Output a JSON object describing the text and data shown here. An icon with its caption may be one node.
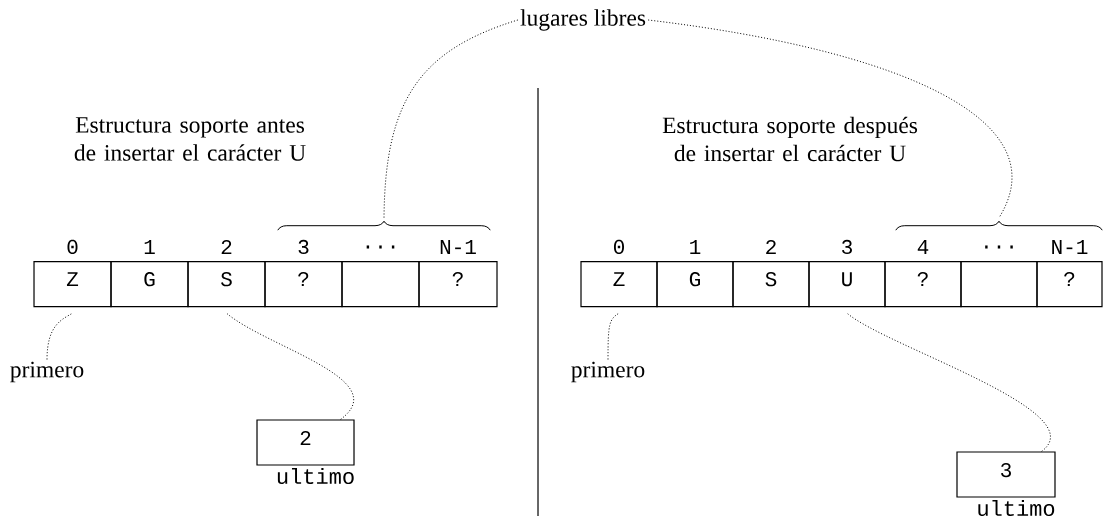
{
  "diagram": {
    "nodes": [
      {
        "text": [
          "lugares libres"
        ]
      },
      {
        "text": [],
        "shape": "brace"
      },
      {
        "text": [
          "Z"
        ],
        "beside": [
          "0"
        ]
      },
      {
        "text": [
          "G"
        ],
        "beside": [
          "1"
        ]
      },
      {
        "text": [
          "S"
        ],
        "beside": [
          "2"
        ]
      },
      {
        "text": [
          "?"
        ],
        "beside": [
          "3"
        ]
      },
      {
        "text": [],
        "shape": "box",
        "beside": [
          "..."
        ]
      },
      {
        "text": [
          "?"
        ],
        "beside": [
          "N-1"
        ]
      },
      {
        "text": [
          "primero"
        ]
      },
      {
        "text": [
          "2"
        ],
        "beside": [
          "ultimo"
        ]
      },
      {
        "text": [],
        "shape": "brace"
      },
      {
        "text": [
          "Z"
        ],
        "beside": [
          "0"
        ]
      },
      {
        "text": [
          "G"
        ],
        "beside": [
          "1"
        ]
      },
      {
        "text": [
          "S"
        ],
        "beside": [
          "2"
        ]
      },
      {
        "text": [
          "U"
        ],
        "beside": [
          "3"
        ]
      },
      {
        "text": [
          "?"
        ],
        "beside": [
          "4"
        ]
      },
      {
        "text": [],
        "shape": "box",
        "beside": [
          "..."
        ]
      },
      {
        "text": [
          "?"
        ],
        "beside": [
          "N-1"
        ]
      },
      {
        "text": [
          "primero"
        ]
      },
      {
        "text": [
          "3"
        ],
        "beside": [
          "ultimo"
        ]
      }
    ],
    "edges": [
      {
        "from": 0,
        "to": 1,
        "arrow": "none"
      },
      {
        "from": 0,
        "to": 10,
        "arrow": "none"
      },
      {
        "from": 8,
        "to": 2,
        "arrow": "none"
      },
      {
        "from": 9,
        "to": 4,
        "arrow": "none"
      },
      {
        "from": 18,
        "to": 11,
        "arrow": "none"
      },
      {
        "from": 19,
        "to": 14,
        "arrow": "none"
      }
    ],
    "labels": [
      "Estructura soporte antes de insertar el carácter U",
      "Estructura soporte después de insertar el carácter U"
    ]
  }
}
